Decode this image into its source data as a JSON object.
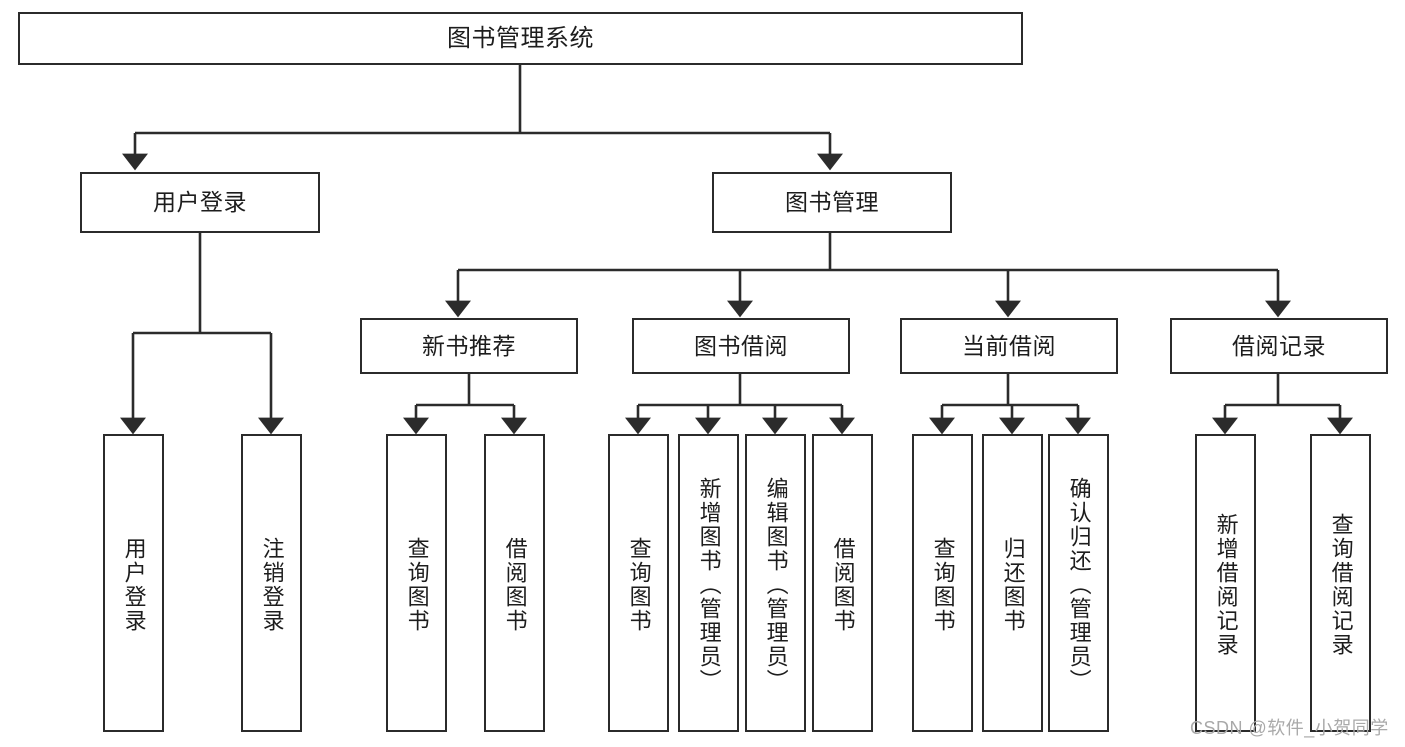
{
  "diagram": {
    "title": "图书管理系统",
    "type": "hierarchy-tree",
    "watermark": "CSDN @软件_小贺同学",
    "colors": {
      "stroke": "#2b2b2b",
      "fill": "#ffffff",
      "text": "#1d1d1d",
      "watermark": "#a9a9a9"
    },
    "levels": {
      "root": "图书管理系统",
      "level1": [
        "用户登录",
        "图书管理"
      ],
      "level2": [
        "新书推荐",
        "图书借阅",
        "当前借阅",
        "借阅记录"
      ]
    },
    "nodes": {
      "root": {
        "label": "图书管理系统"
      },
      "user_login": {
        "label": "用户登录"
      },
      "book_manage": {
        "label": "图书管理"
      },
      "new_book_rec": {
        "label": "新书推荐"
      },
      "book_borrow": {
        "label": "图书借阅"
      },
      "current_borrow": {
        "label": "当前借阅"
      },
      "borrow_record": {
        "label": "借阅记录"
      }
    },
    "leaves": {
      "user_login": [
        {
          "label": "用户登录"
        },
        {
          "label": "注销登录"
        }
      ],
      "new_book_rec": [
        {
          "label": "查询图书"
        },
        {
          "label": "借阅图书"
        }
      ],
      "book_borrow": [
        {
          "label": "查询图书"
        },
        {
          "label": "新增图书（管理员）"
        },
        {
          "label": "编辑图书（管理员）"
        },
        {
          "label": "借阅图书"
        }
      ],
      "current_borrow": [
        {
          "label": "查询图书"
        },
        {
          "label": "归还图书"
        },
        {
          "label": "确认归还（管理员）"
        }
      ],
      "borrow_record": [
        {
          "label": "新增借阅记录"
        },
        {
          "label": "查询借阅记录"
        }
      ]
    }
  }
}
